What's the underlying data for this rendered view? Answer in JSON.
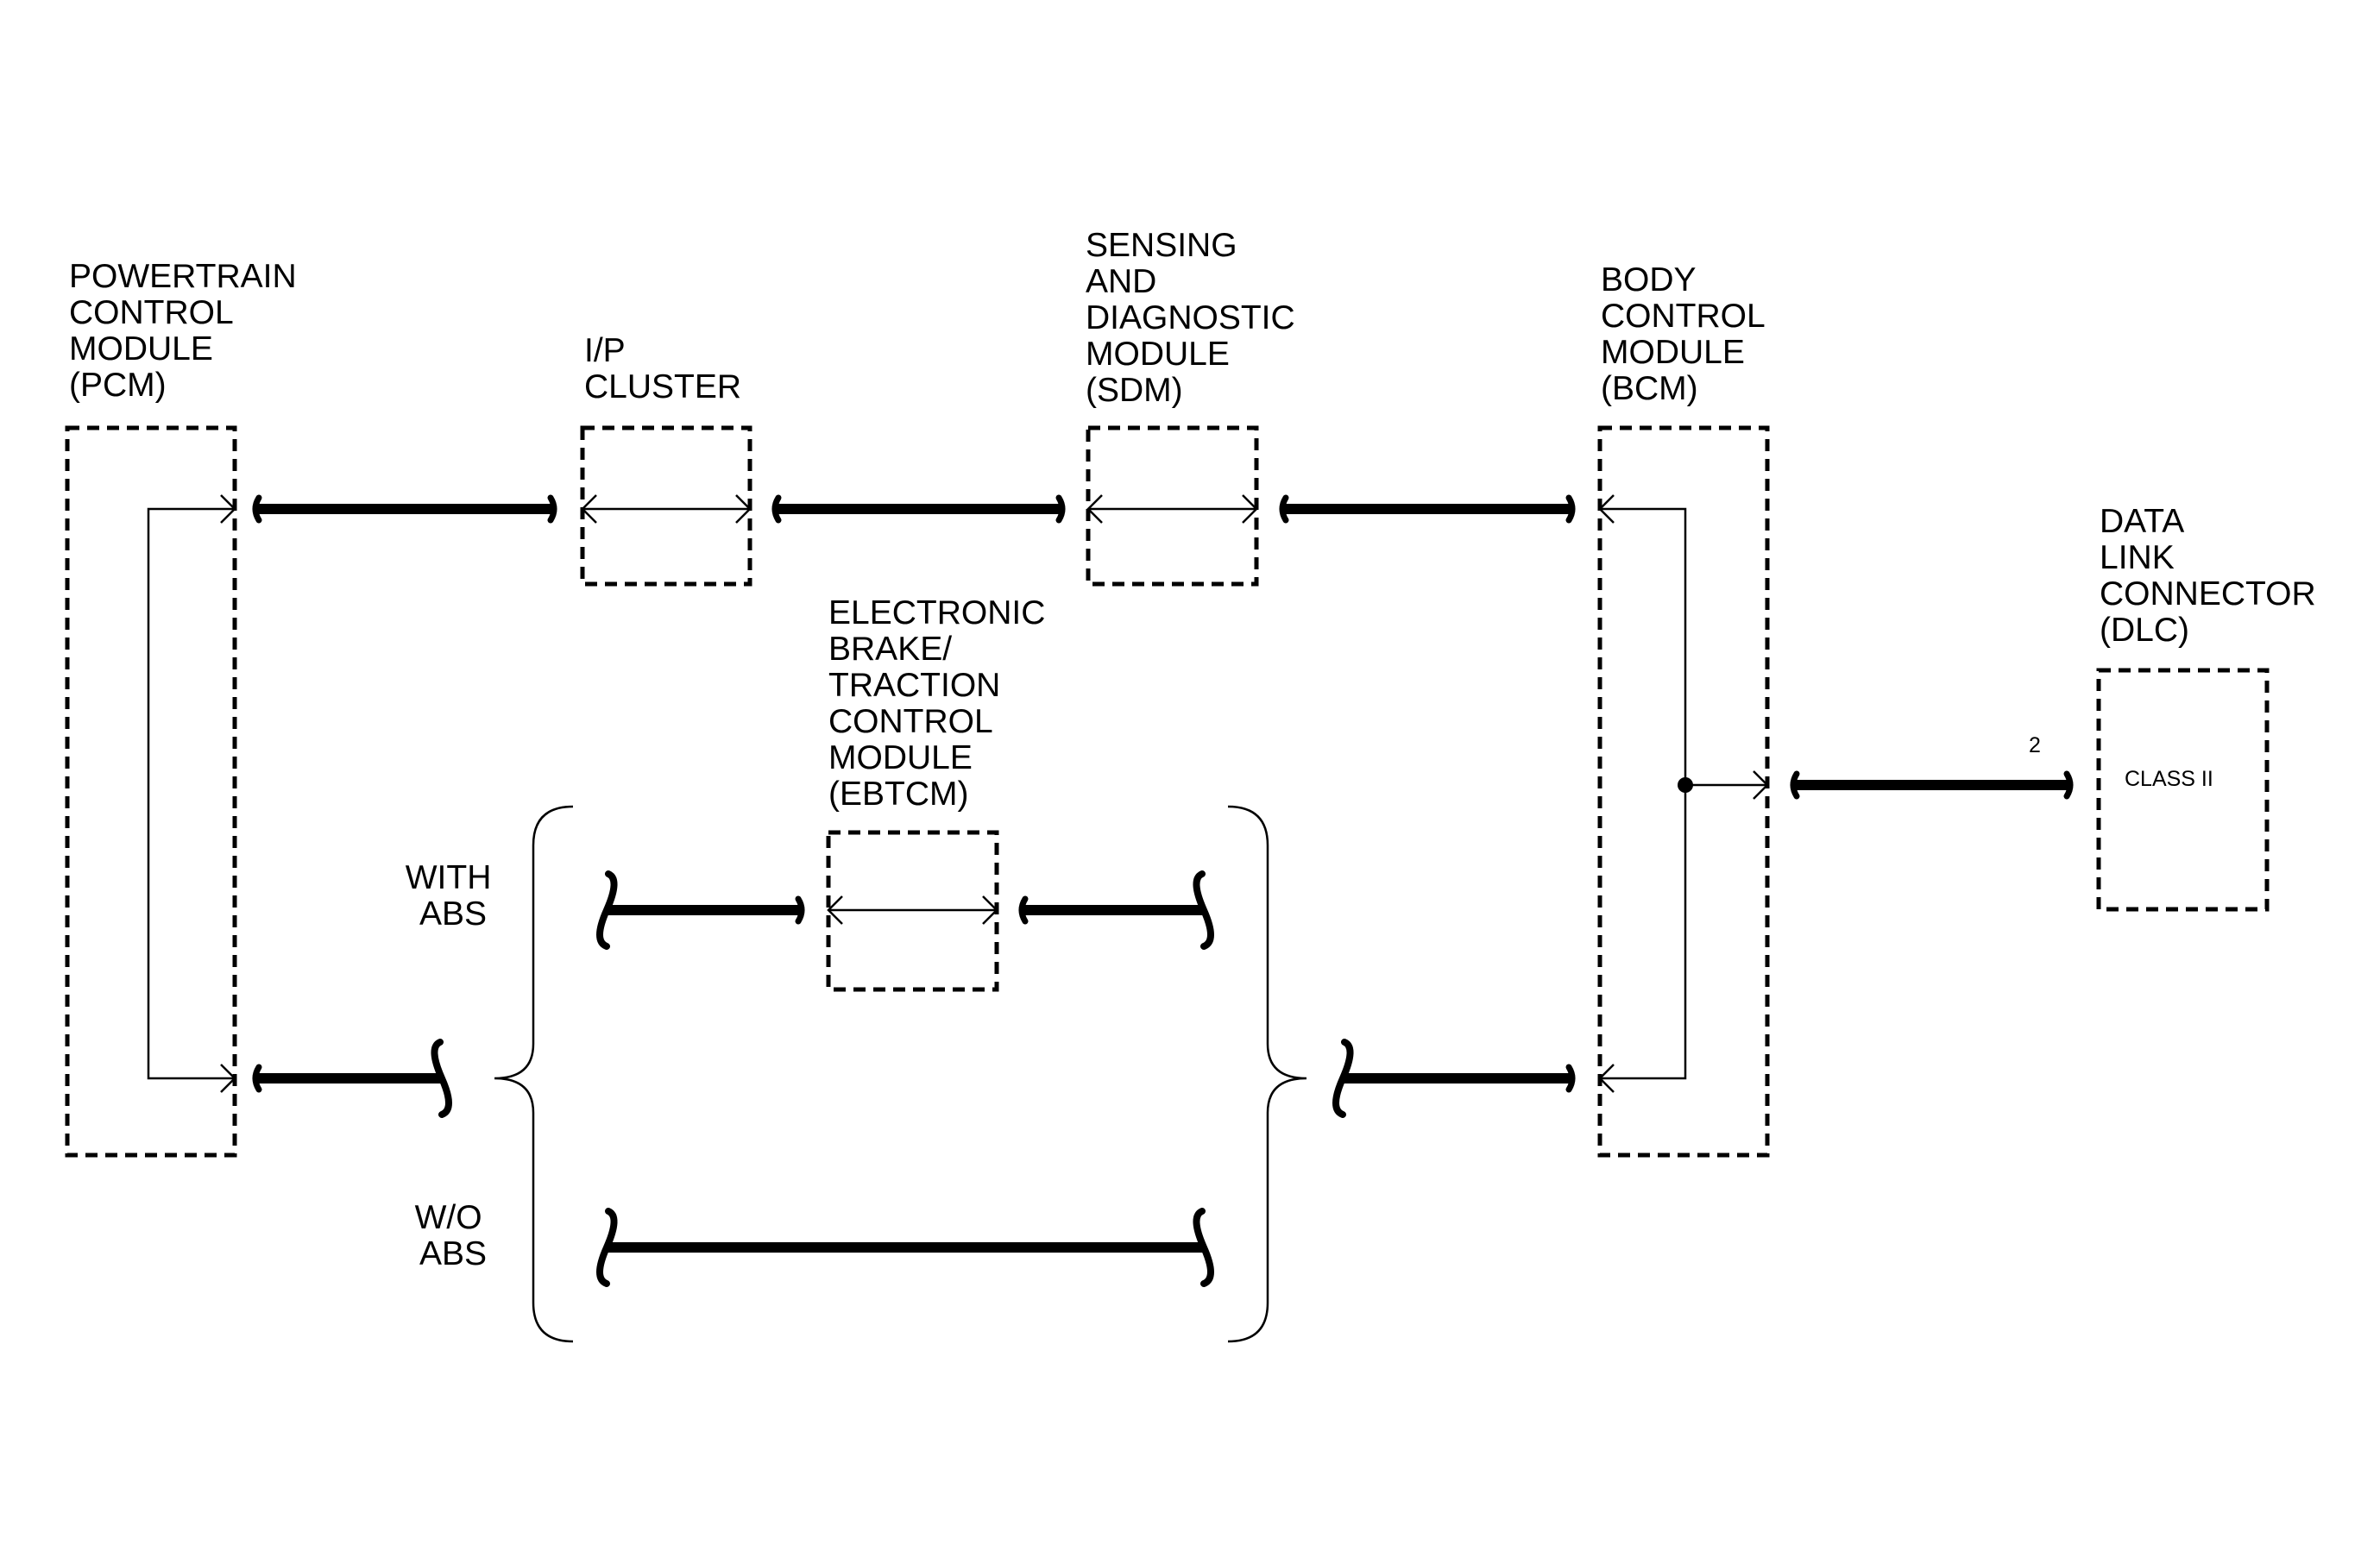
{
  "modules": {
    "pcm": [
      "POWERTRAIN",
      "CONTROL",
      "MODULE",
      "(PCM)"
    ],
    "ip_cluster": [
      "I/P",
      "CLUSTER"
    ],
    "sdm": [
      "SENSING",
      "AND",
      "DIAGNOSTIC",
      "MODULE",
      "(SDM)"
    ],
    "bcm": [
      "BODY",
      "CONTROL",
      "MODULE",
      "(BCM)"
    ],
    "ebtcm": [
      "ELECTRONIC",
      "BRAKE/",
      "TRACTION",
      "CONTROL",
      "MODULE",
      "(EBTCM)"
    ],
    "dlc": [
      "DATA",
      "LINK",
      "CONNECTOR",
      "(DLC)"
    ]
  },
  "options": {
    "with_abs": [
      "WITH",
      "ABS"
    ],
    "without_abs": [
      "W/O",
      "ABS"
    ]
  },
  "dlc_inner_label": "CLASS II",
  "dlc_pin_number": "2",
  "colors": {
    "line": "#000000",
    "background": "#ffffff"
  }
}
